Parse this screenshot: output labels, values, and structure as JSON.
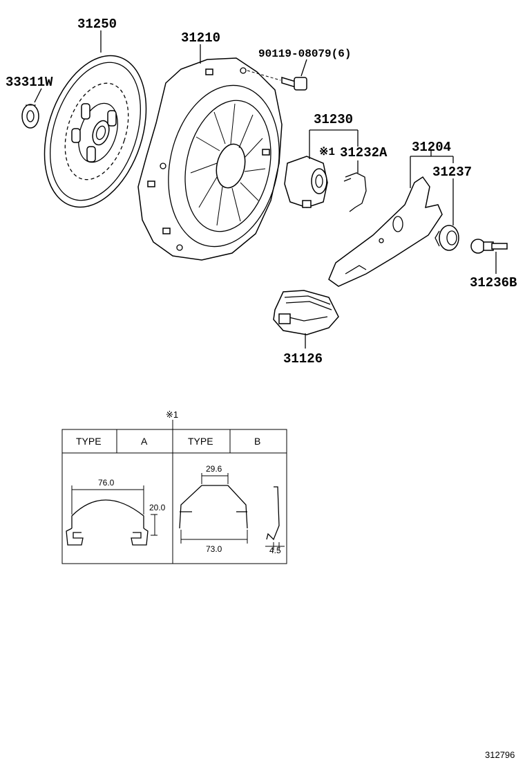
{
  "part_labels": {
    "p31250": "31250",
    "p33311w": "33311W",
    "p31210": "31210",
    "bolt": "90119-08079(6)",
    "p31230": "31230",
    "p31232a": "31232A",
    "p31204": "31204",
    "p31237": "31237",
    "p31236b": "31236B",
    "p31126": "31126",
    "note_mark": "※1"
  },
  "type_table": {
    "note_mark": "※1",
    "col1_header": "TYPE",
    "col1_value": "A",
    "col2_header": "TYPE",
    "col2_value": "B",
    "type_a": {
      "width": "76.0",
      "height": "20.0"
    },
    "type_b": {
      "top_width": "29.6",
      "bottom_width": "73.0",
      "depth": "4.5"
    }
  },
  "diagram_code": "312796"
}
